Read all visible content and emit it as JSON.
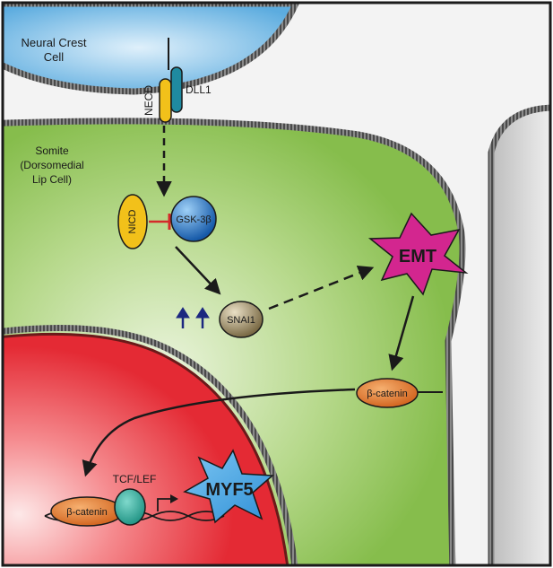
{
  "labels": {
    "neural_crest_line1": "Neural Crest",
    "neural_crest_line2": "Cell",
    "necd": "NECD",
    "dll1": "DLL1",
    "somite_line1": "Somite",
    "somite_line2": "(Dorsomedial",
    "somite_line3": "Lip Cell)",
    "nicd": "NICD",
    "gsk3b": "GSK-3β",
    "snai1": "SNAI1",
    "emt": "EMT",
    "beta_catenin_membrane": "β-catenin",
    "beta_catenin_nucleus": "β-catenin",
    "tcf_lef": "TCF/LEF",
    "myf5": "MYF5"
  },
  "colors": {
    "neural_crest": "#6fb8e6",
    "somite": "#9ec95c",
    "nucleus": "#e8343c",
    "necd": "#f2c11a",
    "dll1": "#1f8aa0",
    "nicd": "#f2c11a",
    "gsk3b": "#1f6fc0",
    "snai1": "#8a7a55",
    "emt": "#d3268f",
    "beta_catenin": "#e2751f",
    "tcf_lef": "#28a898",
    "myf5": "#3aa0e0",
    "inhibition": "#d42a2a",
    "up_arrows": "#1c2880"
  }
}
